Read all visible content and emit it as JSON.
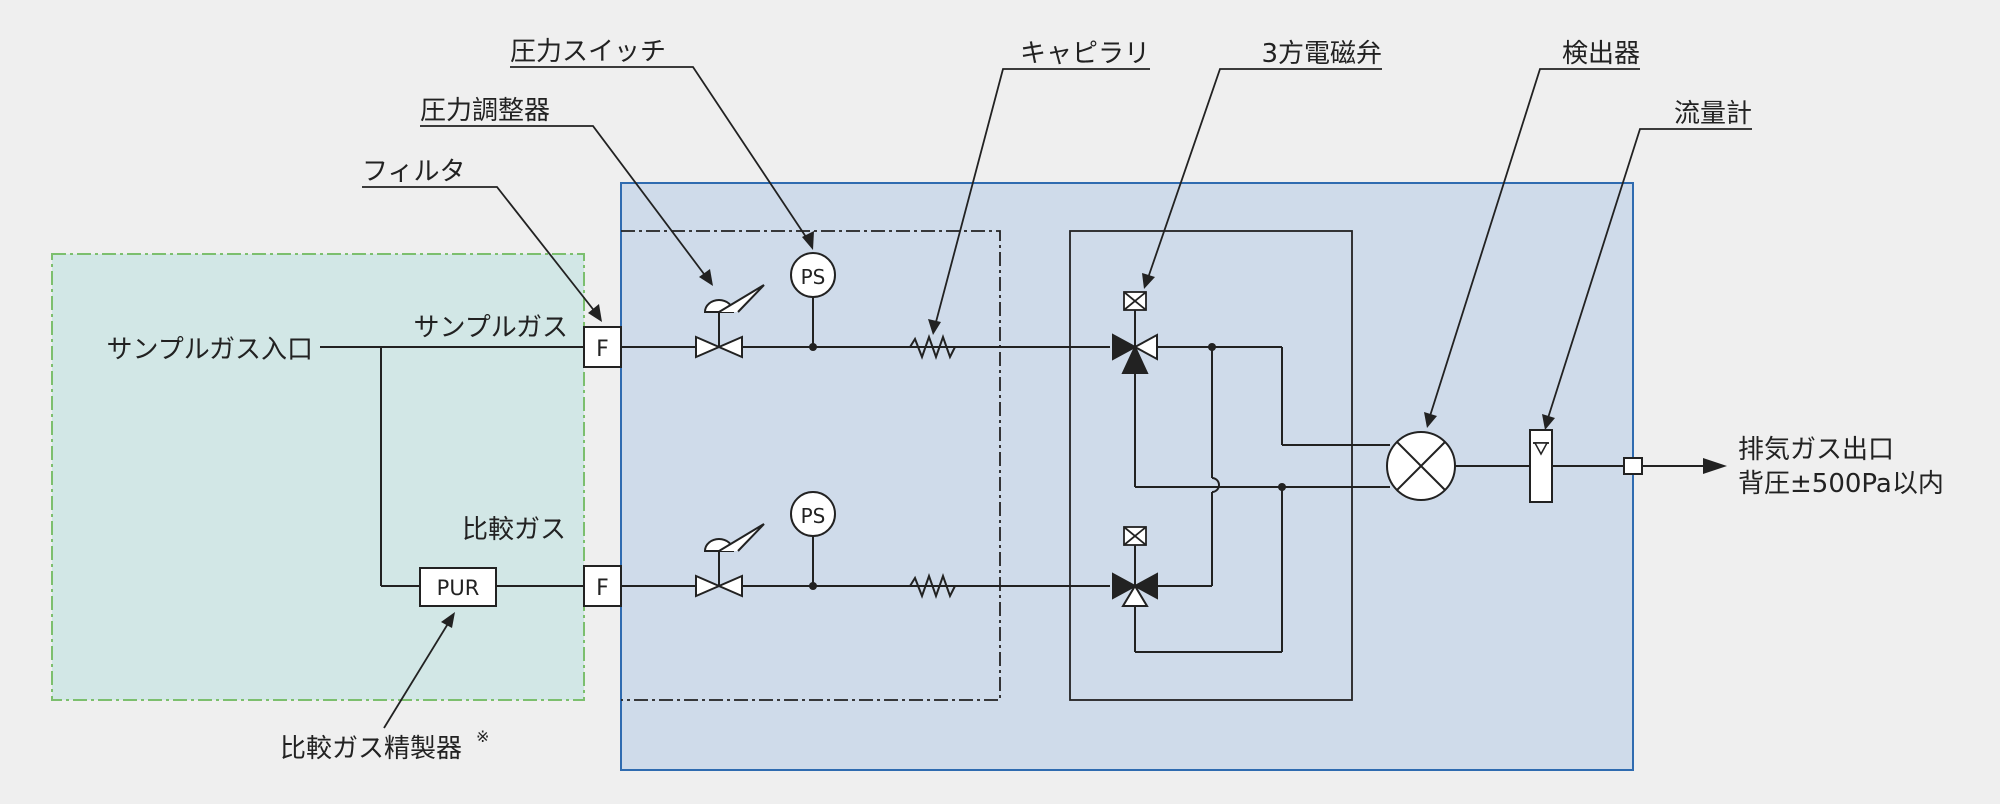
{
  "labels": {
    "pressure_switch": "圧力スイッチ",
    "capillary": "キャピラリ",
    "three_way_valve": "3方電磁弁",
    "detector": "検出器",
    "pressure_regulator": "圧力調整器",
    "flowmeter": "流量計",
    "filter": "フィルタ",
    "sample_gas": "サンプルガス",
    "sample_gas_inlet": "サンプルガス入口",
    "reference_gas": "比較ガス",
    "reference_gas_purifier": "比較ガス精製器",
    "purifier_note_mark": "※",
    "exhaust_outlet": "排気ガス出口",
    "back_pressure": "背圧±500Pa以内"
  },
  "symbols": {
    "filter": "F",
    "purifier": "PUR",
    "pressure_switch": "PS"
  },
  "colors": {
    "background": "#efefef",
    "left_zone_fill": "#d2e7e6",
    "left_zone_border": "#7cbf6e",
    "right_zone_fill": "#cfdbea",
    "right_zone_border": "#2f6bb0",
    "line": "#222222"
  }
}
